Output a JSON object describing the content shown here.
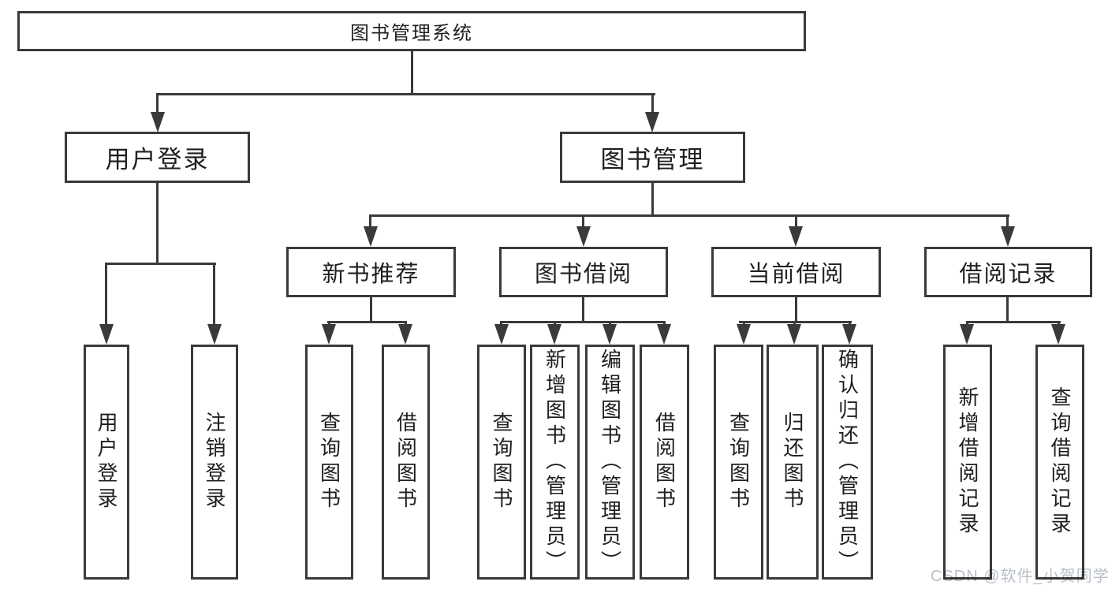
{
  "diagram": {
    "root": "图书管理系统",
    "level2": [
      "用户登录",
      "图书管理"
    ],
    "level3": [
      "新书推荐",
      "图书借阅",
      "当前借阅",
      "借阅记录"
    ],
    "leaves": [
      "用户登录",
      "注销登录",
      "查询图书",
      "借阅图书",
      "查询图书",
      "新增图书（管理员）",
      "编辑图书（管理员）",
      "借阅图书",
      "查询图书",
      "归还图书",
      "确认归还（管理员）",
      "新增借阅记录",
      "查询借阅记录"
    ]
  },
  "watermark": "CSDN @软件_小贺同学",
  "colors": {
    "line": "#3a3a3a",
    "text": "#1f1f1f",
    "background": "#ffffff",
    "watermark": "#b9bfc8"
  }
}
